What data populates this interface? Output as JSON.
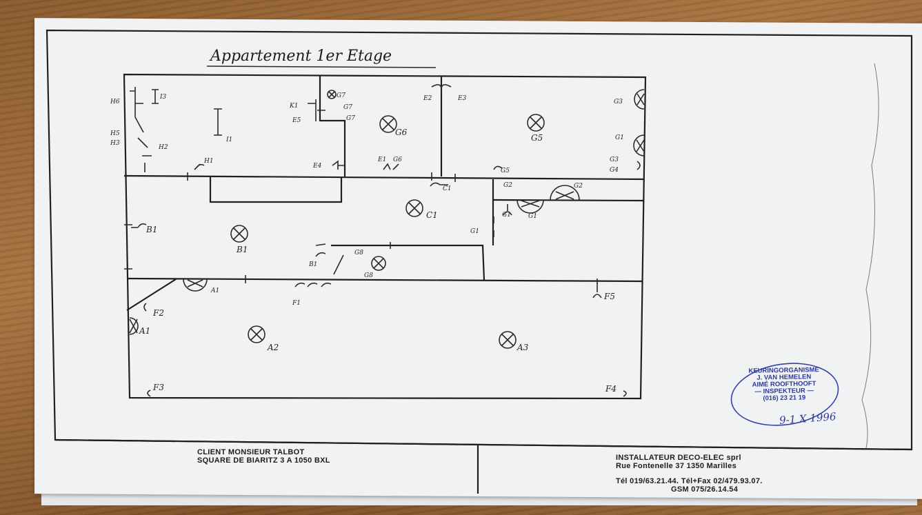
{
  "title": "Appartement 1er Etage",
  "labels": {
    "A1": "A1",
    "A1b": "A1",
    "A2": "A2",
    "A3": "A3",
    "B1": "B1",
    "B1b": "B1",
    "B1c": "B1",
    "C1": "C1",
    "C1b": "C1",
    "F1": "F1",
    "F2": "F2",
    "F3": "F3",
    "F4": "F4",
    "F5": "F5",
    "G1": "G1",
    "G1b": "G1",
    "G1c": "G1",
    "G2": "G2",
    "G2b": "G2",
    "G3": "G3",
    "G3b": "G3",
    "G4": "G4",
    "G5": "G5",
    "G5b": "G5",
    "G6": "G6",
    "G6b": "G6",
    "G7": "G7",
    "G7b": "G7",
    "G7c": "G7",
    "G8": "G8",
    "G8b": "G8",
    "E1": "E1",
    "E2": "E2",
    "E3": "E3",
    "E4": "E4",
    "E5": "E5",
    "H1": "H1",
    "H2": "H2",
    "H3": "H3",
    "H5": "H5",
    "H6": "H6",
    "I1": "I1",
    "I3": "I3",
    "K1": "K1"
  },
  "client": {
    "line1": "CLIENT MONSIEUR TALBOT",
    "line2": "SQUARE DE BIARITZ 3 A 1050 BXL"
  },
  "installer": {
    "line1": "INSTALLATEUR  DECO-ELEC sprl",
    "line2": "Rue Fontenelle 37   1350 Marilles",
    "line3": "Tél 019/63.21.44.  Tél+Fax 02/479.93.07.",
    "line4": "GSM 075/26.14.54"
  },
  "stamp": {
    "line1": "KEURINGORGANISME",
    "line2": "J. VAN HEMELEN",
    "line3": "AIMÉ ROOFTHOOFT",
    "line4": "— INSPEKTEUR —",
    "line5": "(016) 23 21 19"
  },
  "signature": "9-1 X 1996"
}
